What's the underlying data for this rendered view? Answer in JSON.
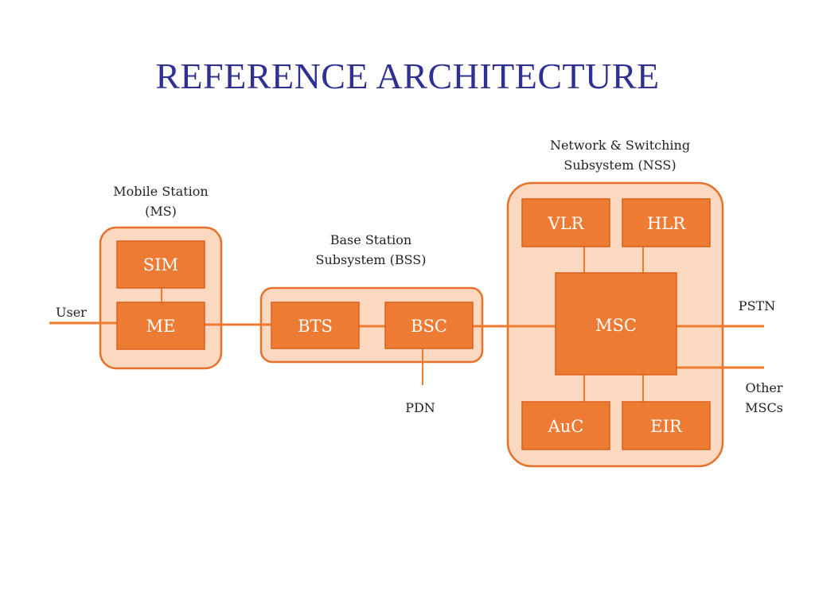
{
  "title": "REFERENCE ARCHITECTURE",
  "colors": {
    "title": "#2e3192",
    "node_fill": "#ee7b33",
    "subsystem_fill": "#fbd9c1",
    "line": "#ef7a30"
  },
  "subsystems": {
    "ms": {
      "line1": "Mobile Station",
      "line2": "(MS)"
    },
    "bss": {
      "line1": "Base Station",
      "line2": "Subsystem (BSS)"
    },
    "nss": {
      "line1": "Network & Switching",
      "line2": "Subsystem (NSS)"
    }
  },
  "nodes": {
    "sim": "SIM",
    "me": "ME",
    "bts": "BTS",
    "bsc": "BSC",
    "vlr": "VLR",
    "hlr": "HLR",
    "msc": "MSC",
    "auc": "AuC",
    "eir": "EIR"
  },
  "external": {
    "user": "User",
    "pdn": "PDN",
    "pstn": "PSTN",
    "other_line1": "Other",
    "other_line2": "MSCs"
  }
}
